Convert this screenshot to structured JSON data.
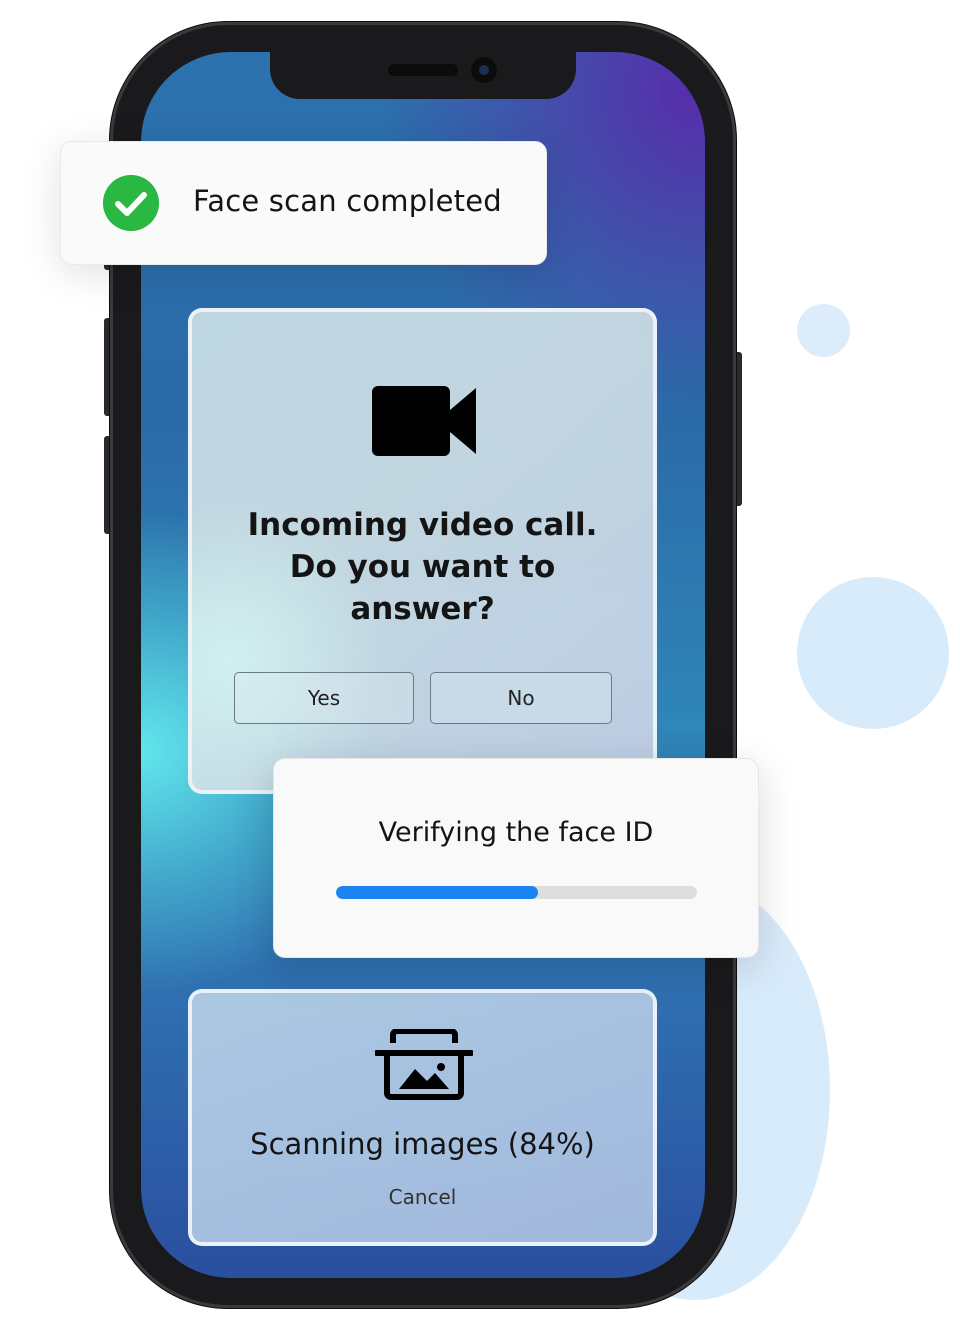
{
  "toast": {
    "text": "Face scan completed",
    "status_color": "#2ab843",
    "icon": "check-circle-icon"
  },
  "call_card": {
    "icon": "video-camera-icon",
    "title_lines": [
      "Incoming video call.",
      "Do you want to",
      "answer?"
    ],
    "yes_label": "Yes",
    "no_label": "No"
  },
  "verify_card": {
    "title": "Verifying the face ID",
    "progress": 0.56,
    "progress_color": "#1b84f0"
  },
  "scan_card": {
    "icon": "image-scan-icon",
    "title": "Scanning images (84%)",
    "cancel_label": "Cancel"
  }
}
